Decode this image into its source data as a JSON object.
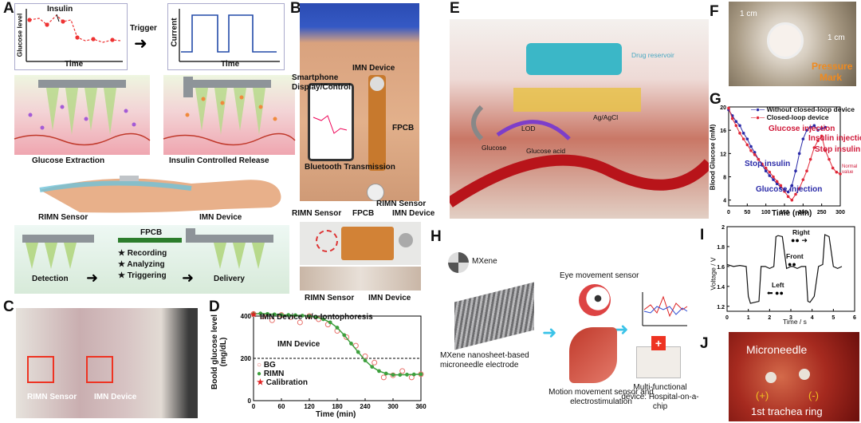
{
  "panels": {
    "A": {
      "letter": "A",
      "glucose_plot": {
        "ylabel": "Glucose level",
        "xlabel": "Time",
        "annotation": "Insulin"
      },
      "trigger": "Trigger",
      "current_plot": {
        "ylabel": "Current",
        "xlabel": "Time"
      },
      "glucose_extraction": "Glucose Extraction",
      "insulin_release": "Insulin Controlled Release",
      "rimn_sensor": "RIMN Sensor",
      "imn_device": "IMN Device",
      "fpcb": "FPCB",
      "bullets": [
        "Recording",
        "Analyzing",
        "Triggering"
      ],
      "detection": "Detection",
      "delivery": "Delivery"
    },
    "B": {
      "letter": "B",
      "imn_device": "IMN Device",
      "smartphone": "Smartphone Display/Control",
      "fpcb": "FPCB",
      "bluetooth": "Bluetooth Transmission",
      "rimn_sensor": "RIMN Sensor",
      "bottom_labels": {
        "rimn_sensor": "RIMN Sensor",
        "fpcb": "FPCB",
        "imn_device": "IMN Device",
        "rimn_sensor2": "RIMN Sensor",
        "imn_device2": "IMN Device"
      }
    },
    "C": {
      "letter": "C",
      "rimn_sensor": "RIMN Sensor",
      "imn_device": "IMN Device"
    },
    "D": {
      "letter": "D",
      "annotation_top": "IMN Device w/o Iontophoresis",
      "annotation_mid": "IMN Device",
      "legend": [
        "BG",
        "RIMN",
        "Calibration"
      ]
    },
    "E": {
      "letter": "E",
      "labels": {
        "drug_reservoir": "Drug reservoir",
        "lod": "LOD",
        "agagcl": "Ag/AgCl",
        "glucose": "Glucose",
        "glucose_acid": "Glucose acid"
      }
    },
    "F": {
      "letter": "F",
      "scale1": "1 cm",
      "scale2": "1 cm",
      "pressure": "Pressure",
      "mark": "Mark"
    },
    "G": {
      "letter": "G",
      "legend": [
        "Without closed-loop device",
        "Closed-loop device"
      ],
      "annotations": {
        "glucose_injection": "Glucose injection",
        "insulin_injection": "Insulin injection",
        "stop_insulin_r": "Stop insulin",
        "stop_insulin_l": "Stop insulin",
        "glucose_injection2": "Glucose injection",
        "normal": "Normal value"
      }
    },
    "H": {
      "letter": "H",
      "mxene": "MXene",
      "eye_sensor": "Eye movement sensor",
      "electrode": "MXene nanosheet-based microneedle electrode",
      "motion": "Motion movement sensor and electrostimulation",
      "hospital": "Multi-functional device: Hospital-on-a-chip"
    },
    "I": {
      "letter": "I",
      "right": "Right",
      "front": "Front",
      "left": "Left"
    },
    "J": {
      "letter": "J",
      "microneedle": "Microneedle",
      "plus": "(+)",
      "minus": "(-)",
      "trachea": "1st trachea ring"
    }
  },
  "chart_data": [
    {
      "type": "scatter",
      "id": "D",
      "xlabel": "Time (min)",
      "ylabel": "Boold glucose level (mg/dL)",
      "xlim": [
        0,
        360
      ],
      "ylim": [
        0,
        400
      ],
      "xticks": [
        0,
        60,
        120,
        180,
        240,
        300,
        360
      ],
      "yticks": [
        0,
        200,
        400
      ],
      "threshold": 200,
      "series": [
        {
          "name": "BG",
          "color": "#e8706a",
          "x": [
            0,
            20,
            40,
            60,
            80,
            100,
            120,
            140,
            160,
            180,
            200,
            220,
            240,
            260,
            280,
            300,
            320,
            340,
            360
          ],
          "y": [
            410,
            400,
            380,
            405,
            395,
            370,
            400,
            385,
            360,
            330,
            300,
            260,
            210,
            180,
            110,
            120,
            140,
            110,
            125
          ]
        },
        {
          "name": "RIMN",
          "color": "#3ea03e",
          "x": [
            0,
            15,
            30,
            45,
            60,
            75,
            90,
            105,
            120,
            135,
            150,
            165,
            180,
            195,
            210,
            225,
            240,
            255,
            270,
            285,
            300,
            315,
            330,
            345,
            360
          ],
          "y": [
            410,
            412,
            410,
            408,
            405,
            405,
            404,
            402,
            400,
            395,
            385,
            370,
            345,
            310,
            270,
            230,
            190,
            160,
            140,
            128,
            122,
            122,
            123,
            124,
            125
          ]
        },
        {
          "name": "Calibration",
          "color": "#e02020",
          "x": [
            0
          ],
          "y": [
            410
          ]
        }
      ]
    },
    {
      "type": "line",
      "id": "G",
      "xlabel": "Time (min)",
      "ylabel": "Blood Glucose (mM)",
      "xlim": [
        0,
        300
      ],
      "ylim": [
        3,
        20
      ],
      "xticks": [
        0,
        50,
        100,
        150,
        200,
        250,
        300
      ],
      "yticks": [
        4,
        8,
        12,
        16,
        20
      ],
      "series": [
        {
          "name": "Without closed-loop device",
          "color": "#2a2aa8",
          "x": [
            0,
            10,
            20,
            30,
            40,
            50,
            60,
            70,
            80,
            90,
            100,
            110,
            120,
            130,
            140,
            150,
            160,
            170,
            180,
            190,
            200,
            210,
            220,
            230,
            240,
            250,
            260
          ],
          "y": [
            19.5,
            18.5,
            17.5,
            16.8,
            15.5,
            14.5,
            13.2,
            12.2,
            11.0,
            10.0,
            9.0,
            8.2,
            7.5,
            6.8,
            6.2,
            5.8,
            5.4,
            6.5,
            9.0,
            12.0,
            14.5,
            16.0,
            16.5,
            16.8,
            16.0,
            16.3,
            16.5
          ]
        },
        {
          "name": "Closed-loop device",
          "color": "#e02a3a",
          "x": [
            0,
            10,
            20,
            30,
            40,
            50,
            60,
            70,
            80,
            90,
            100,
            110,
            120,
            130,
            140,
            150,
            160,
            170,
            180,
            190,
            200,
            210,
            220,
            230,
            240,
            250,
            260,
            270,
            280,
            290,
            300
          ],
          "y": [
            19.8,
            18.0,
            16.8,
            15.5,
            14.5,
            13.5,
            12.5,
            11.8,
            11.0,
            10.2,
            9.5,
            8.8,
            8.0,
            7.2,
            6.5,
            5.5,
            4.6,
            4.0,
            5.0,
            6.0,
            7.5,
            9.0,
            11.0,
            13.0,
            14.2,
            15.0,
            12.5,
            11.0,
            9.5,
            8.8,
            8.5
          ]
        }
      ]
    },
    {
      "type": "line",
      "id": "I",
      "xlabel": "Time / s",
      "ylabel": "Voltage / V",
      "xlim": [
        0,
        6
      ],
      "ylim": [
        1.15,
        2.0
      ],
      "xticks": [
        0,
        1,
        2,
        3,
        4,
        5,
        6
      ],
      "yticks": [
        1.2,
        1.4,
        1.6,
        1.8,
        2.0
      ],
      "series": [
        {
          "name": "",
          "color": "#111",
          "x": [
            0,
            0.3,
            0.6,
            0.9,
            1.0,
            1.1,
            1.3,
            1.5,
            1.6,
            1.8,
            2.0,
            2.2,
            2.3,
            2.4,
            2.6,
            2.8,
            3.0,
            3.1,
            3.3,
            3.5,
            3.7,
            3.8,
            3.9,
            4.1,
            4.3,
            4.5,
            4.6,
            4.8,
            5.0,
            5.2,
            5.4
          ],
          "y": [
            1.62,
            1.6,
            1.61,
            1.6,
            1.3,
            1.23,
            1.24,
            1.25,
            1.6,
            1.6,
            1.58,
            1.6,
            1.9,
            1.91,
            1.9,
            1.58,
            1.6,
            1.6,
            1.58,
            1.6,
            1.6,
            1.25,
            1.24,
            1.3,
            1.6,
            1.62,
            1.92,
            1.9,
            1.6,
            1.58,
            1.6
          ]
        }
      ]
    }
  ],
  "axes_text": {
    "D": {
      "xlabel": "Time (min)",
      "ylabel": "Boold glucose level (mg/dL)"
    },
    "G": {
      "xlabel": "Time (min)",
      "ylabel": "Blood Glucose (mM)"
    },
    "I": {
      "xlabel": "Time / s",
      "ylabel": "Voltage / V"
    }
  },
  "colors": {
    "skin": "#e8b4b0",
    "gel": "#c8e6a0",
    "device": "#9aa0a6",
    "blood": "#c01818",
    "teal": "#3bb7c7"
  }
}
